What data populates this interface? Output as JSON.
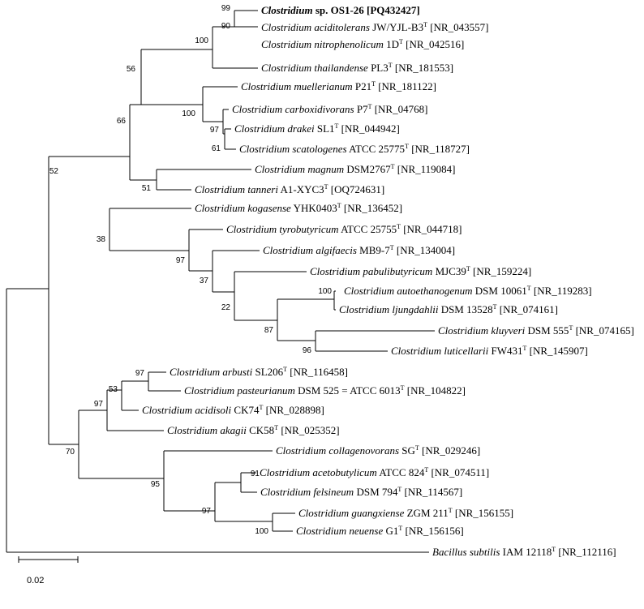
{
  "tree": {
    "taxa": [
      {
        "id": "t1",
        "genus": "Clostridium",
        "rest": "sp. OS1-26 [PQ432427]",
        "sup": "",
        "acc": "",
        "bold": true
      },
      {
        "id": "t2",
        "genus": "Clostridium aciditolerans",
        "rest": "JW/YJL-B3",
        "sup": "T",
        "acc": " [NR_043557]"
      },
      {
        "id": "t3",
        "genus": "Clostridium nitrophenolicum",
        "rest": "1D",
        "sup": "T",
        "acc": " [NR_042516]"
      },
      {
        "id": "t4",
        "genus": "Clostridium thailandense",
        "rest": "PL3",
        "sup": "T",
        "acc": " [NR_181553]"
      },
      {
        "id": "t5",
        "genus": "Clostridium muellerianum",
        "rest": "P21",
        "sup": "T",
        "acc": " [NR_181122]"
      },
      {
        "id": "t6",
        "genus": "Clostridium carboxidivorans",
        "rest": "P7",
        "sup": "T",
        "acc": " [NR_04768]"
      },
      {
        "id": "t7",
        "genus": "Clostridium drakei",
        "rest": "SL1",
        "sup": "T",
        "acc": " [NR_044942]"
      },
      {
        "id": "t8",
        "genus": "Clostridium scatologenes",
        "rest": "ATCC 25775",
        "sup": "T",
        "acc": " [NR_118727]"
      },
      {
        "id": "t9",
        "genus": "Clostridium magnum",
        "rest": "DSM2767",
        "sup": "T",
        "acc": " [NR_119084]"
      },
      {
        "id": "t10",
        "genus": "Clostridium tanneri",
        "rest": "A1-XYC3",
        "sup": "T",
        "acc": " [OQ724631]"
      },
      {
        "id": "t11",
        "genus": "Clostridium kogasense",
        "rest": "YHK0403",
        "sup": "T",
        "acc": " [NR_136452]"
      },
      {
        "id": "t12",
        "genus": "Clostridium tyrobutyricum",
        "rest": "ATCC 25755",
        "sup": "T",
        "acc": " [NR_044718]"
      },
      {
        "id": "t13",
        "genus": "Clostridium algifaecis",
        "rest": "MB9-7",
        "sup": "T",
        "acc": " [NR_134004]"
      },
      {
        "id": "t14",
        "genus": "Clostridium pabulibutyricum",
        "rest": "MJC39",
        "sup": "T",
        "acc": " [NR_159224]"
      },
      {
        "id": "t15",
        "genus": "Clostridium autoethanogenum",
        "rest": "DSM 10061",
        "sup": "T",
        "acc": " [NR_119283]"
      },
      {
        "id": "t16",
        "genus": "Clostridium ljungdahlii",
        "rest": "DSM 13528",
        "sup": "T",
        "acc": " [NR_074161]"
      },
      {
        "id": "t17",
        "genus": "Clostridium kluyveri",
        "rest": "DSM 555",
        "sup": "T",
        "acc": " [NR_074165]"
      },
      {
        "id": "t18",
        "genus": "Clostridium luticellarii",
        "rest": "FW431",
        "sup": "T",
        "acc": " [NR_145907]"
      },
      {
        "id": "t19",
        "genus": "Clostridium arbusti",
        "rest": "SL206",
        "sup": "T",
        "acc": " [NR_116458]"
      },
      {
        "id": "t20",
        "genus": "Clostridium pasteurianum",
        "rest": "DSM 525 = ATCC 6013",
        "sup": "T",
        "acc": " [NR_104822]"
      },
      {
        "id": "t21",
        "genus": "Clostridium acidisoli",
        "rest": "CK74",
        "sup": "T",
        "acc": " [NR_028898]"
      },
      {
        "id": "t22",
        "genus": "Clostridium akagii",
        "rest": "CK58",
        "sup": "T",
        "acc": " [NR_025352]"
      },
      {
        "id": "t23",
        "genus": "Clostridium collagenovorans",
        "rest": "SG",
        "sup": "T",
        "acc": " [NR_029246]"
      },
      {
        "id": "t24",
        "genus": "Clostridium acetobutylicum",
        "rest": "ATCC 824",
        "sup": "T",
        "acc": " [NR_074511]"
      },
      {
        "id": "t25",
        "genus": "Clostridium felsineum",
        "rest": "DSM 794",
        "sup": "T",
        "acc": " [NR_114567]"
      },
      {
        "id": "t26",
        "genus": "Clostridium guangxiense",
        "rest": "ZGM 211",
        "sup": "T",
        "acc": " [NR_156155]"
      },
      {
        "id": "t27",
        "genus": "Clostridium neuense",
        "rest": "G1",
        "sup": "T",
        "acc": " [NR_156156]"
      },
      {
        "id": "t28",
        "genus": "Bacillus subtilis",
        "rest": "IAM 12118",
        "sup": "T",
        "acc": " [NR_112116]"
      }
    ],
    "bootstraps": [
      "99",
      "90",
      "100",
      "56",
      "100",
      "97",
      "61",
      "66",
      "51",
      "52",
      "38",
      "97",
      "37",
      "22",
      "100",
      "87",
      "96",
      "97",
      "53",
      "97",
      "70",
      "95",
      "91",
      "97",
      "100"
    ],
    "scale_label": "0.02"
  }
}
